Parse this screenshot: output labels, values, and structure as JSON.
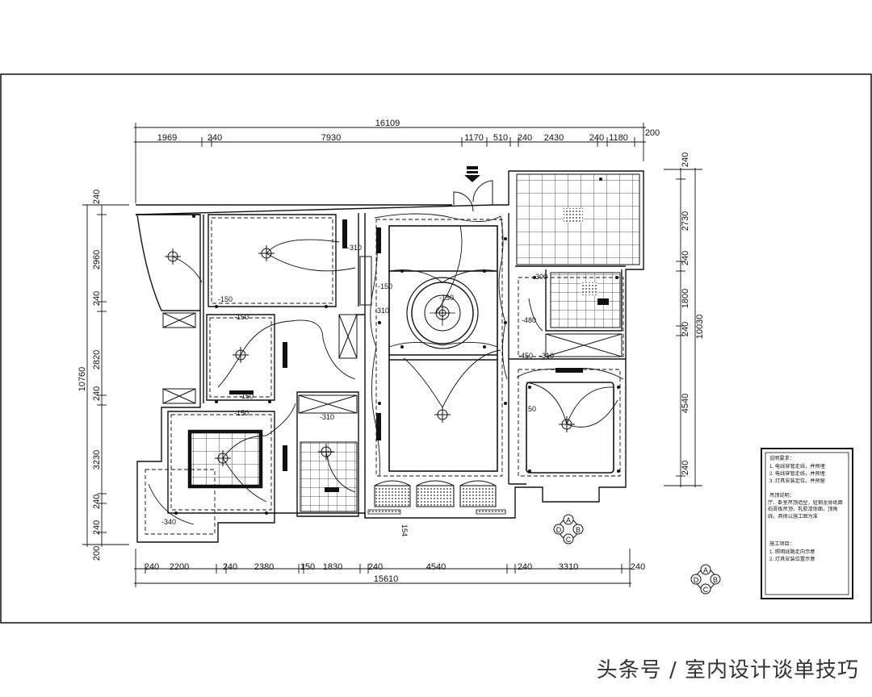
{
  "dimensions": {
    "overall_top": "16109",
    "overall_bottom": "15610",
    "overall_left": "10760",
    "overall_right": "10030",
    "top_segments": [
      "1969",
      "240",
      "7930",
      "1170",
      "510",
      "240",
      "2430",
      "240",
      "1180",
      "200"
    ],
    "bottom_segments": [
      "240",
      "2200",
      "240",
      "2380",
      "150",
      "1830",
      "240",
      "4540",
      "240",
      "3310",
      "240"
    ],
    "left_segments": [
      "240",
      "2960",
      "240",
      "2820",
      "240",
      "3230",
      "240",
      "240",
      "200"
    ],
    "right_segments": [
      "240",
      "2730",
      "240",
      "1800",
      "240",
      "4540",
      "240"
    ]
  },
  "ceiling_heights": {
    "h150": "-150",
    "h300": "-300",
    "h310": "-310",
    "h340": "-340",
    "h450": "-450",
    "h480": "-480",
    "h50": "50",
    "marker_154": "154"
  },
  "legend_box": {
    "title": "说明要求：",
    "line1": "1. 电线穿管走线，并预埋",
    "line2": "2. 电线穿管走线，并预埋",
    "line3": "3. 灯具安装定位，并预留",
    "title2": "吊顶说明：",
    "para1": "厅、卧室吊顶造型，轻钢龙骨纸面石膏板吊顶，乳胶漆饰面，顶角线，具体以施工图为准",
    "title3": "施工项目：",
    "item1": "1. 照明线路走向示意",
    "item2": "2. 灯具安装位置示意"
  },
  "compass_labels": [
    "A",
    "B",
    "C",
    "D"
  ],
  "watermark": "头条号 / 室内设计谈单技巧"
}
